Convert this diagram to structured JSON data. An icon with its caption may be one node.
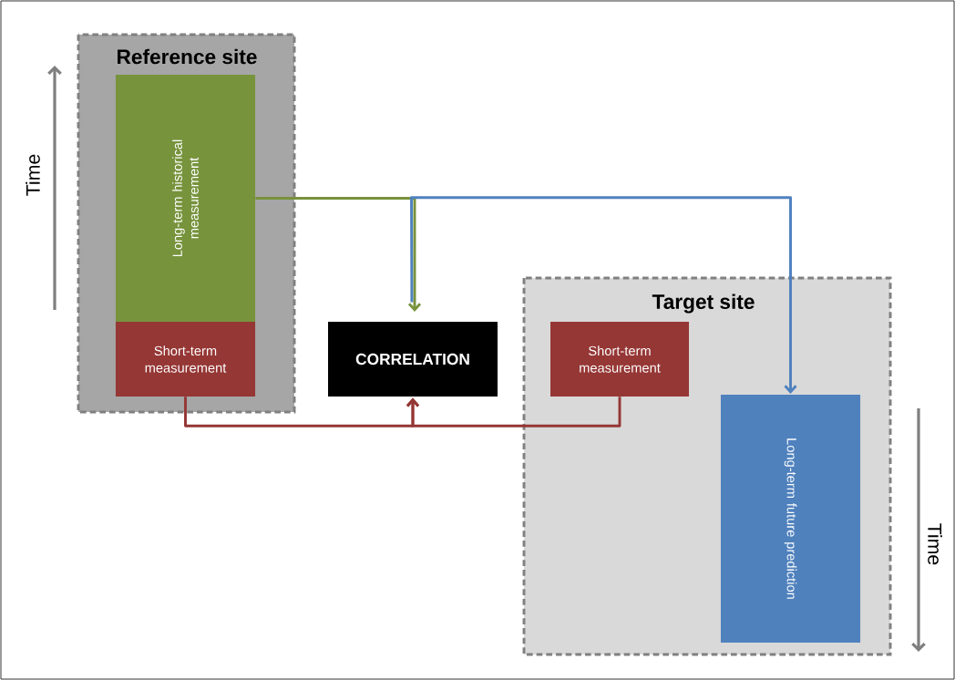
{
  "diagram": {
    "nodes": [
      {
        "text": [
          "Reference site"
        ]
      },
      {
        "text": [
          "Long-term historical measurement"
        ],
        "in": 0
      },
      {
        "text": [
          "Short-term measurement"
        ],
        "in": 0
      },
      {
        "text": [
          "CORRELATION"
        ]
      },
      {
        "text": [
          "Target site"
        ]
      },
      {
        "text": [
          "Short-term measurement"
        ],
        "in": 4
      },
      {
        "text": [
          "Long-term future prediction"
        ],
        "in": 4
      }
    ],
    "edges": [
      {
        "from": 1,
        "to": 3,
        "arrow": "to",
        "color": "#77933c"
      },
      {
        "from": 3,
        "to": 6,
        "arrow": "to",
        "color": "#4f81bd"
      },
      {
        "from": 2,
        "to": 3,
        "arrow": "to",
        "color": "#953735"
      },
      {
        "from": 5,
        "to": 3,
        "arrow": "to",
        "color": "#953735"
      }
    ],
    "labels": [
      "Time",
      "Time"
    ]
  }
}
